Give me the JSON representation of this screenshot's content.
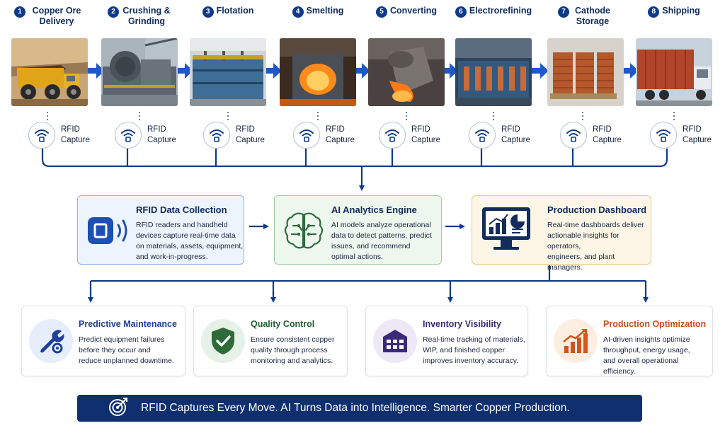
{
  "process_steps": [
    {
      "number": "1",
      "title": "Copper Ore Delivery"
    },
    {
      "number": "2",
      "title": "Crushing & Grinding"
    },
    {
      "number": "3",
      "title": "Flotation"
    },
    {
      "number": "4",
      "title": "Smelting"
    },
    {
      "number": "5",
      "title": "Converting"
    },
    {
      "number": "6",
      "title": "Electrorefining"
    },
    {
      "number": "7",
      "title": "Cathode Storage"
    },
    {
      "number": "8",
      "title": "Shipping"
    }
  ],
  "rfid_capture": {
    "line1": "RFID",
    "line2": "Capture"
  },
  "panels": {
    "rfid_collection": {
      "title": "RFID Data Collection",
      "lines": [
        "RFID readers and handheld",
        "devices capture real-time data",
        "on materials, assets, equipment,",
        "and work-in-progress."
      ]
    },
    "ai_engine": {
      "title": "AI Analytics Engine",
      "lines": [
        "AI models analyze operational",
        "data to detect patterns, predict",
        "issues, and recommend",
        "optimal actions."
      ]
    },
    "dashboard": {
      "title": "Production Dashboard",
      "lines": [
        "Real-time dashboards deliver",
        "actionable insights for operators,",
        "engineers, and plant managers."
      ]
    }
  },
  "outcomes": [
    {
      "title": "Predictive Maintenance",
      "color": "#1e3f9a",
      "icon": "wrench-gear-icon",
      "lines": [
        "Predict equipment failures",
        "before they occur and",
        "reduce unplanned downtime."
      ]
    },
    {
      "title": "Quality Control",
      "color": "#1f5c2e",
      "icon": "shield-check-icon",
      "lines": [
        "Ensure consistent copper",
        "quality through process",
        "monitoring and analytics."
      ]
    },
    {
      "title": "Inventory Visibility",
      "color": "#3a2a7a",
      "icon": "warehouse-icon",
      "lines": [
        "Real-time tracking of materials,",
        "WIP, and finished copper",
        "improves inventory accuracy."
      ]
    },
    {
      "title": "Production Optimization",
      "color": "#c4501a",
      "icon": "growth-chart-icon",
      "lines": [
        "AI-driven insights optimize",
        "throughput, energy usage,",
        "and overall operational efficiency."
      ]
    }
  ],
  "banner": {
    "text": "RFID Captures Every Move. AI Turns Data into Intelligence. Smarter Copper Production.",
    "icon": "target-icon"
  },
  "colors": {
    "navy": "#0f2f6f",
    "accent_blue": "#0d3a8a",
    "rfid_panel_bg": "#eef4fd",
    "ai_panel_bg": "#eef7ee",
    "dashboard_panel_bg": "#fdf6e6"
  }
}
